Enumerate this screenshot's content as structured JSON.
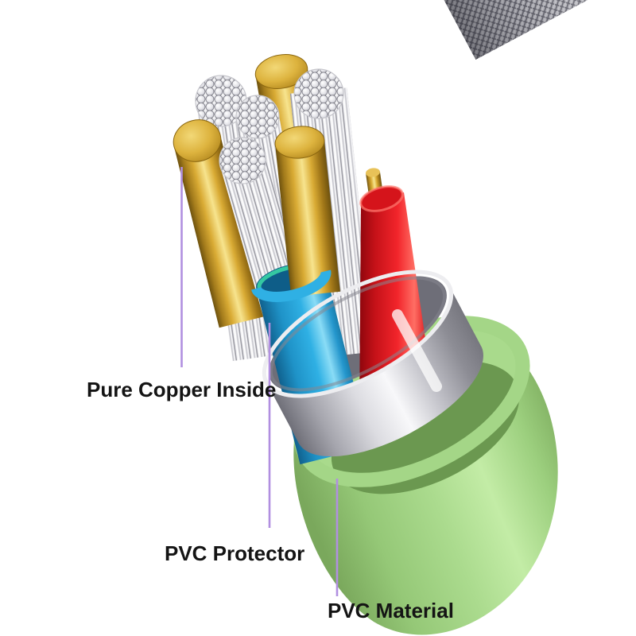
{
  "diagram": {
    "type": "product-cutaway-diagram",
    "subject": "USB charging cable cross-section showing internal layers",
    "annotations": [
      {
        "label": "Pure Copper Inside",
        "target": "copper-wire-cores"
      },
      {
        "label": "PVC Protector",
        "target": "inner-wire-insulation"
      },
      {
        "label": "PVC Material",
        "target": "outer-cable-jacket"
      }
    ],
    "layers": [
      {
        "name": "copper-wires",
        "color": "#d9ab34"
      },
      {
        "name": "stranded-shield-wires",
        "color": "#e5e5e9"
      },
      {
        "name": "blue-insulation",
        "color": "#2aa7dc"
      },
      {
        "name": "red-insulation",
        "color": "#ef1f27"
      },
      {
        "name": "metal-braid-shield",
        "color": "#c2c2c9"
      },
      {
        "name": "green-pvc-jacket",
        "color": "#a8d88c"
      }
    ],
    "colors": {
      "background": "#ffffff",
      "callout_line": "#b18fe0",
      "label_text": "#141414",
      "teal_inner_ring": "#35c8a2"
    }
  }
}
